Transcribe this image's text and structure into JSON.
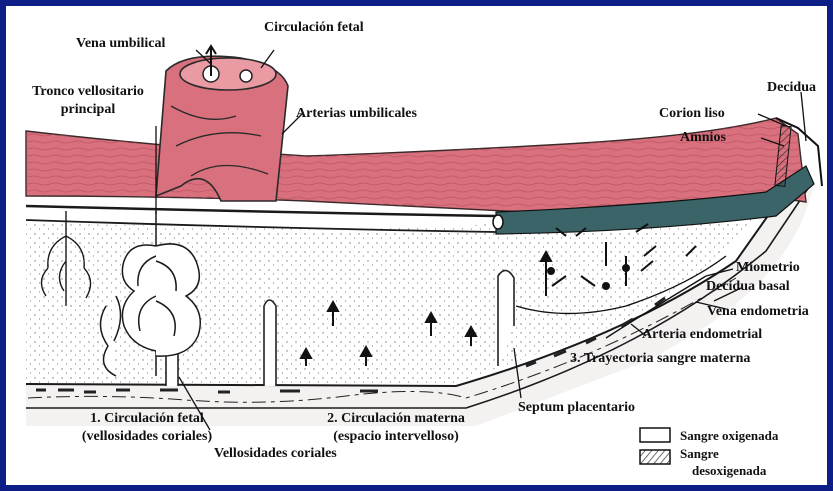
{
  "labels": {
    "fetal_circulation_top": "Circulación fetal",
    "umbilical_vein": "Vena umbilical",
    "main_stem_villus_1": "Tronco vellositario",
    "main_stem_villus_2": "principal",
    "umbilical_arteries": "Arterias umbilicales",
    "decidua": "Decidua",
    "smooth_chorion": "Corion liso",
    "amnion": "Amnios",
    "myometrium": "Miometrio",
    "decidua_basalis": "Decidua basal",
    "endometrial_vein": "Vena endometria",
    "endometrial_artery": "Arteria endometrial",
    "maternal_blood_path": "3. Trayectoria sangre materna",
    "placental_septum": "Septum placentario",
    "fetal_circulation_1": "1. Circulación fetal",
    "fetal_circulation_1b": "(vellosidades coriales)",
    "maternal_circulation_2": "2. Circulación materna",
    "maternal_circulation_2b": "(espacio intervelloso)",
    "chorionic_villi": "Vellosidades coriales"
  },
  "legend": {
    "oxygenated": "Sangre oxigenada",
    "deoxygenated_1": "Sangre",
    "deoxygenated_2": "desoxigenada"
  },
  "colors": {
    "frame": "#0d1e86",
    "tissue": "#d9707d",
    "chorion_band": "#3a6468",
    "ink": "#1a1a1a"
  }
}
